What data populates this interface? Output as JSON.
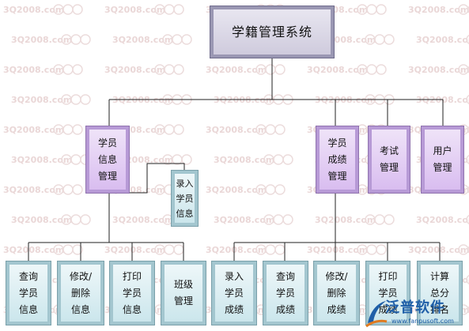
{
  "nodes": {
    "root": [
      "学籍管理系统"
    ],
    "info_mgmt": [
      "学员",
      "信息",
      "管理"
    ],
    "entry": [
      "录入",
      "学员",
      "信息"
    ],
    "grade_mgmt": [
      "学员",
      "成绩",
      "管理"
    ],
    "exam_mgmt": [
      "考试",
      "管理"
    ],
    "user_mgmt": [
      "用户",
      "管理"
    ],
    "query_info": [
      "查询",
      "学员",
      "信息"
    ],
    "edit_delete_info": [
      "修改/",
      "删除",
      "信息"
    ],
    "print_info": [
      "打印",
      "学员",
      "信息"
    ],
    "class_mgmt": [
      "班级",
      "管理"
    ],
    "entry_grade": [
      "录入",
      "学员",
      "成绩"
    ],
    "query_grade": [
      "查询",
      "学员",
      "成绩"
    ],
    "edit_delete_grade": [
      "修改/",
      "删除",
      "成绩"
    ],
    "print_grade": [
      "打印",
      "学员",
      "成绩"
    ],
    "calc_rank": [
      "计算",
      "总分",
      "排名"
    ]
  },
  "watermark": {
    "text": "3Q2008.com"
  },
  "brand": {
    "name": "泛普软件",
    "url": "www.fanpusoft.com"
  },
  "colors": {
    "root_fill": "#d8d5e4",
    "level1_fill": "#e3cdf4",
    "leaf_fill": "#d9eef2",
    "line": "#222222"
  }
}
